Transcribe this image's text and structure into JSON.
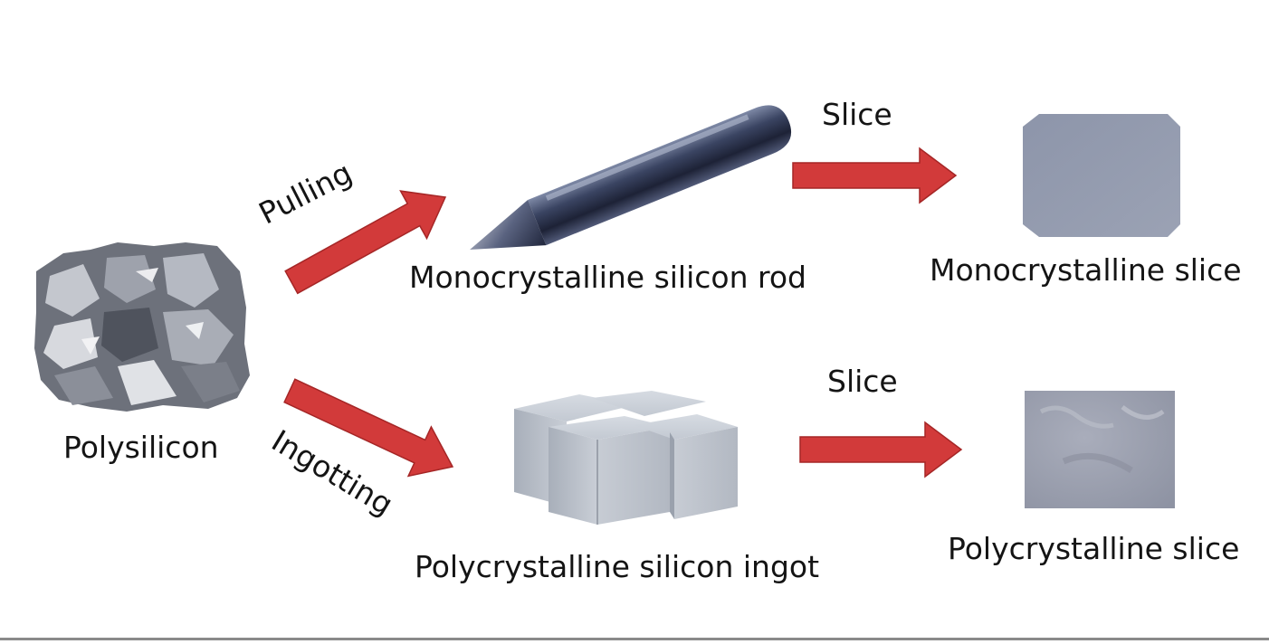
{
  "diagram": {
    "nodes": {
      "polysilicon": {
        "label": "Polysilicon"
      },
      "mono_rod": {
        "label": "Monocrystalline silicon rod"
      },
      "mono_slice": {
        "label": "Monocrystalline slice"
      },
      "poly_ingot": {
        "label": "Polycrystalline silicon ingot"
      },
      "poly_slice": {
        "label": "Polycrystalline slice"
      }
    },
    "edges": {
      "pulling": {
        "label": "Pulling",
        "from": "polysilicon",
        "to": "mono_rod"
      },
      "ingotting": {
        "label": "Ingotting",
        "from": "polysilicon",
        "to": "poly_ingot"
      },
      "slice_top": {
        "label": "Slice",
        "from": "mono_rod",
        "to": "mono_slice"
      },
      "slice_bottom": {
        "label": "Slice",
        "from": "poly_ingot",
        "to": "poly_slice"
      }
    },
    "colors": {
      "arrow": "#d23a3a",
      "arrow_edge": "#a52626",
      "text": "#141414"
    }
  }
}
